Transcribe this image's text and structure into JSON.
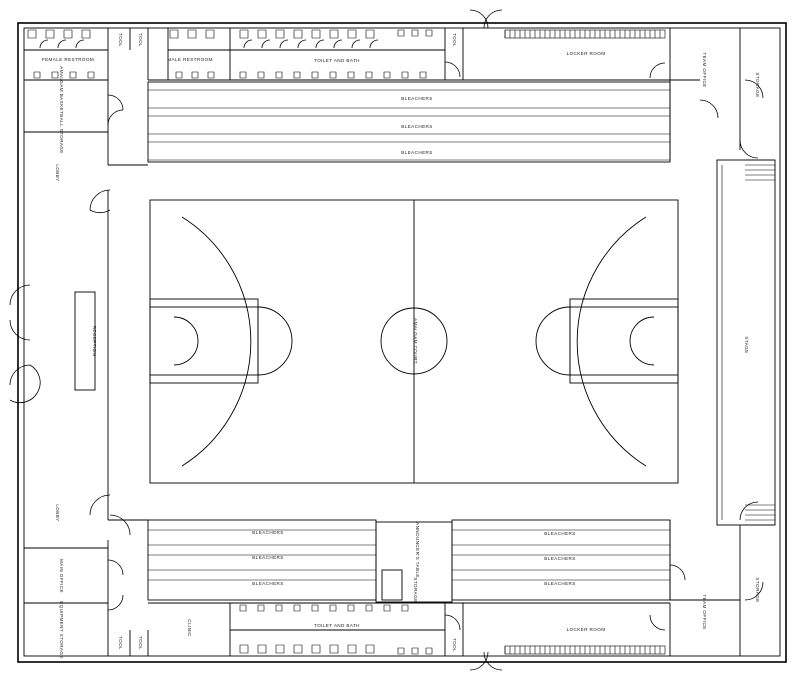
{
  "labels": {
    "female_restroom": "FEMALE RESTROOM",
    "male_restroom": "MALE RESTROOM",
    "toilet_and_bath": "TOILET AND BATH",
    "tool": "TOOL",
    "locker_room": "LOCKER ROOM",
    "team_office": "TEAM OFFICE",
    "storage": "STORAGE",
    "bleachers": "BLEACHERS",
    "lobby": "LOBBY",
    "reception": "RECEPTION",
    "stage": "STAGE",
    "main_office": "MAIN OFFICE",
    "equipment_storage": "EQUIPMENT STORAGE",
    "clinic": "CLINIC",
    "announcer_table": "ANNOUNCER'S TABLE",
    "amalgam_court": "AMALGAM COURT",
    "amalgam_basketball_storage": "AMALGAM BASKETBALL STORAGE"
  }
}
